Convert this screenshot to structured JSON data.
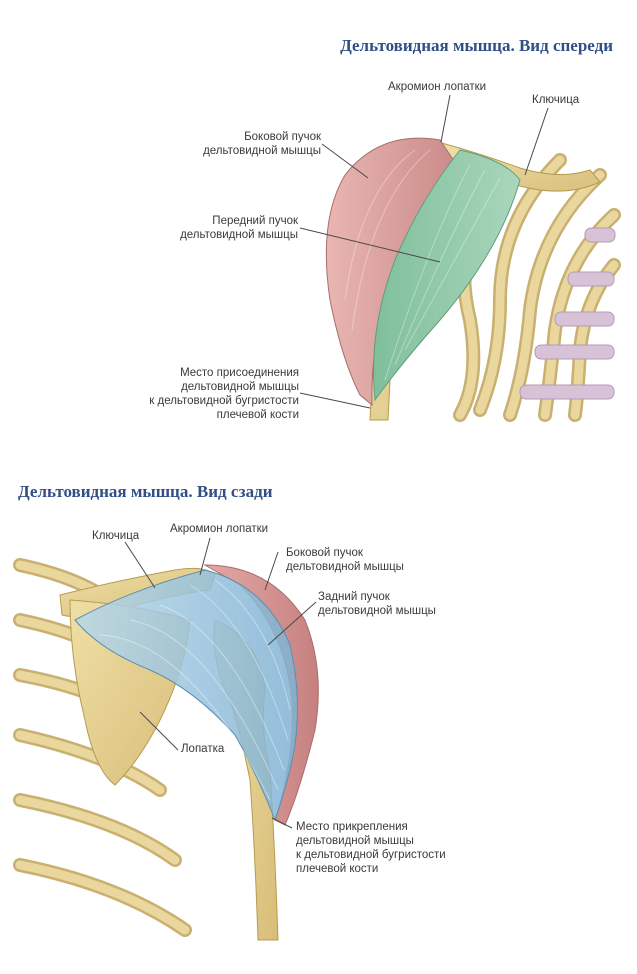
{
  "front": {
    "title": "Дельтовидная мышца. Вид спереди",
    "labels": {
      "acromion": "Акромион лопатки",
      "clavicle": "Ключица",
      "lateral_head": "Боковой пучок\nдельтовидной мышцы",
      "anterior_head": "Передний пучок\nдельтовидной мышцы",
      "insertion": "Место присоединения\nдельтовидной мышцы\nк дельтовидной бугристости\nплечевой кости"
    }
  },
  "back": {
    "title": "Дельтовидная мышца. Вид сзади",
    "labels": {
      "clavicle": "Ключица",
      "acromion": "Акромион лопатки",
      "lateral_head": "Боковой пучок\nдельтовидной мышцы",
      "posterior_head": "Задний пучок\nдельтовидной мышцы",
      "scapula": "Лопатка",
      "insertion": "Место прикрепления\nдельтовидной мышцы\nк дельтовидной бугристости\nплечевой кости"
    }
  },
  "colors": {
    "title": "#2f4f86",
    "bone": "#e8d59a",
    "bone_edge": "#b59b52",
    "lateral_muscle": "#dfa2a0",
    "anterior_muscle": "#8fc6a8",
    "posterior_muscle": "#9fc8e0",
    "cartilage": "#d7c2d8"
  }
}
